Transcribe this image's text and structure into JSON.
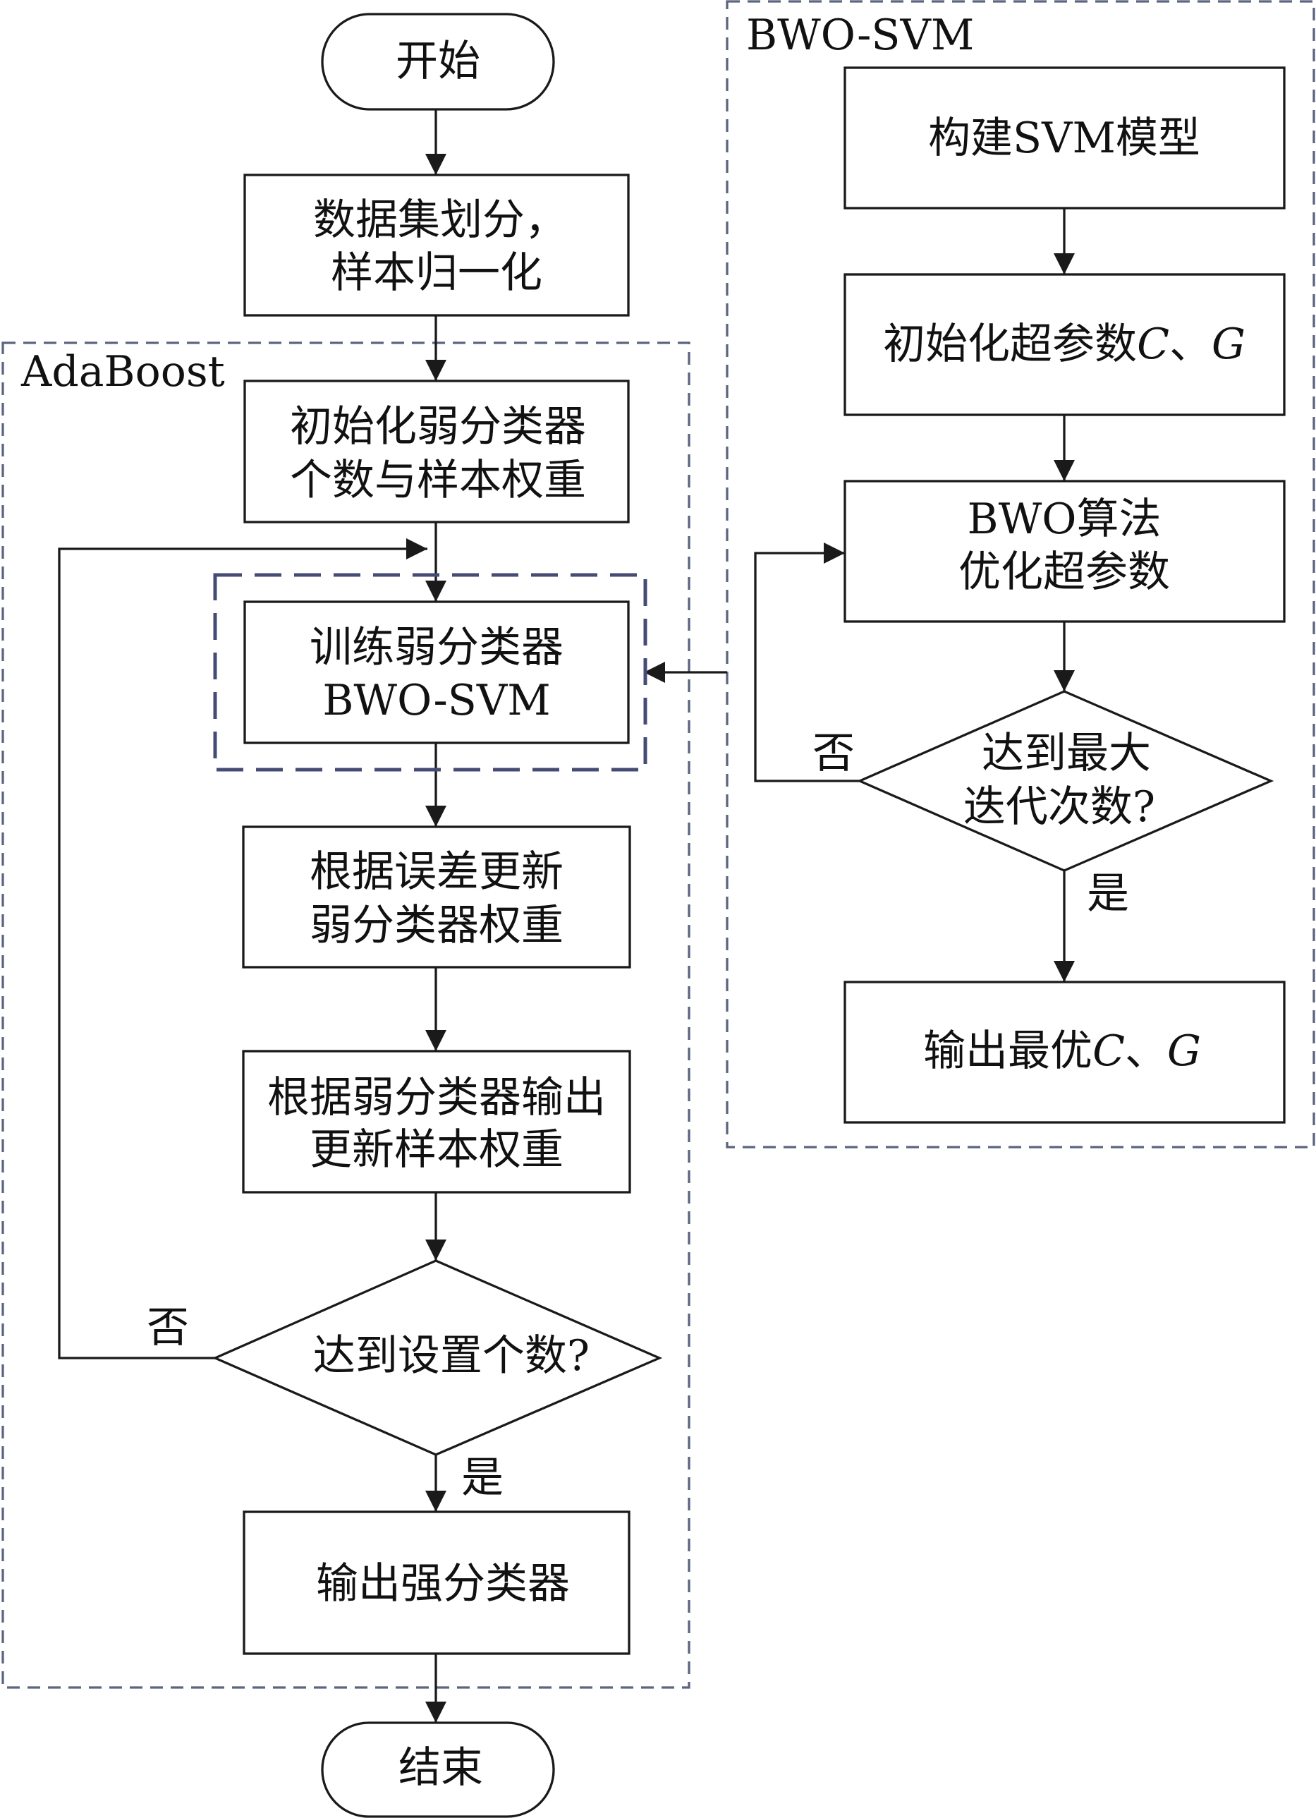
{
  "colors": {
    "line": "#1a1a1a",
    "group_border": "#5c6480",
    "highlight_border": "#464b75",
    "background": "#ffffff"
  },
  "groups": {
    "adaboost": "AdaBoost",
    "bwo_svm": "BWO-SVM"
  },
  "main_flow": {
    "start": "开始",
    "split_1": "数据集划分，",
    "split_2": "样本归一化",
    "init_1": "初始化弱分类器",
    "init_2": "个数与样本权重",
    "train_1": "训练弱分类器",
    "train_2": "BWO-SVM",
    "update_w_1": "根据误差更新",
    "update_w_2": "弱分类器权重",
    "update_s_1": "根据弱分类器输出",
    "update_s_2": "更新样本权重",
    "decision": "达到设置个数?",
    "no": "否",
    "yes": "是",
    "output": "输出强分类器",
    "end": "结束"
  },
  "bwo_flow": {
    "build": "构建SVM模型",
    "init_prefix": "初始化超参数",
    "param_c": "C",
    "sep": "、",
    "param_g": "G",
    "opt_1": "BWO算法",
    "opt_2": "优化超参数",
    "decision_1": "达到最大",
    "decision_2": "迭代次数?",
    "no": "否",
    "yes": "是",
    "output_prefix": "输出最优"
  }
}
